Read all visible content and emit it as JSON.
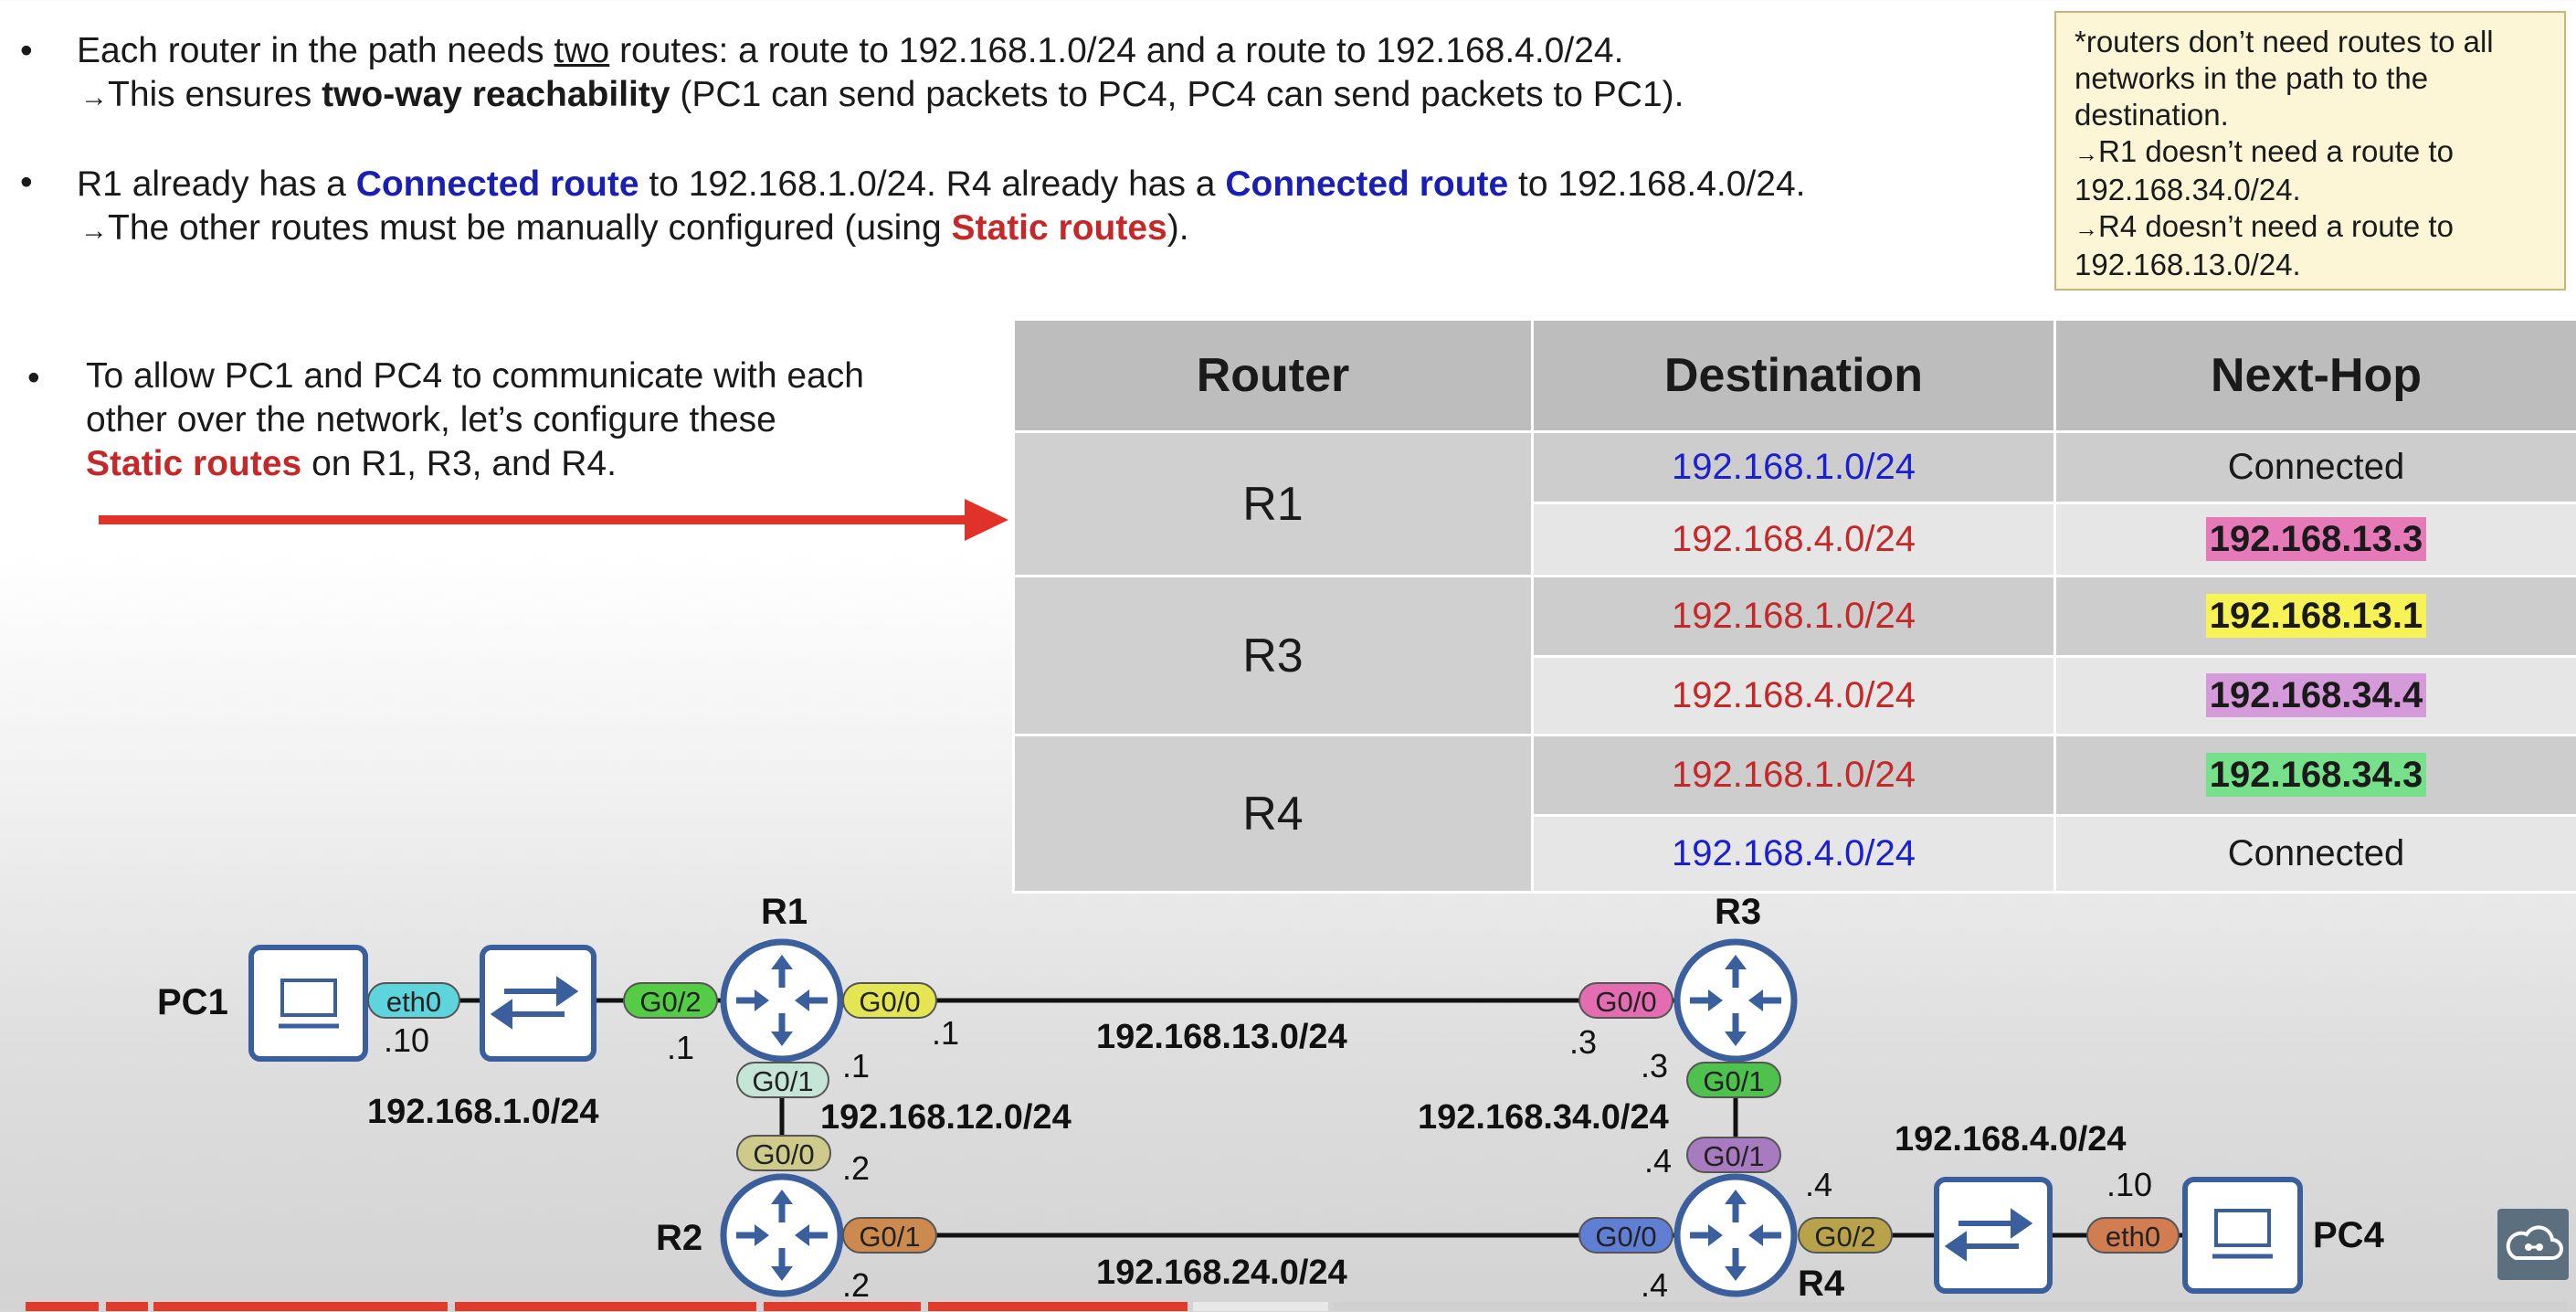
{
  "top_bullets": {
    "line1": {
      "bullet": "•",
      "a": "Each router in the path needs ",
      "b": "two",
      "c": " routes: a route to 192.168.1.0/24 and a route to 192.168.4.0/24."
    },
    "line2": {
      "arrow": "→",
      "a": "This ensures ",
      "b": "two-way reachability",
      "c": " (PC1 can send packets to PC4, PC4 can send packets to PC1)."
    },
    "line3": {
      "bullet": "•",
      "a": "R1 already has a ",
      "b": "Connected route",
      "c": " to 192.168.1.0/24. R4 already has a ",
      "d": "Connected route",
      "e": " to 192.168.4.0/24."
    },
    "line4": {
      "arrow": "→",
      "a": "The other routes must be manually configured (using ",
      "b": "Static routes",
      "c": ")."
    }
  },
  "note": {
    "line1": "*routers don’t need routes to all",
    "line2": "networks in the path to the",
    "line3": "destination.",
    "arrow": "→",
    "line4": "R1 doesn’t need a route to",
    "line5": "192.168.34.0/24.",
    "line6": "R4 doesn’t need a route to",
    "line7": "192.168.13.0/24."
  },
  "left_bullet": {
    "bullet": "•",
    "line1": "To allow PC1 and PC4 to communicate with each",
    "line2": "other over the network, let’s configure these",
    "line3_red": "Static routes",
    "line3_rest": " on R1, R3, and R4."
  },
  "table": {
    "headers": [
      "Router",
      "Destination",
      "Next-Hop"
    ],
    "groups": [
      {
        "router": "R1",
        "rows": [
          {
            "dest": "192.168.1.0/24",
            "dest_color": "#1a1fd0",
            "next": "Connected",
            "hl": ""
          },
          {
            "dest": "192.168.4.0/24",
            "dest_color": "#c52828",
            "next": "192.168.13.3",
            "hl": "#e67ab8"
          }
        ]
      },
      {
        "router": "R3",
        "rows": [
          {
            "dest": "192.168.1.0/24",
            "dest_color": "#c52828",
            "next": "192.168.13.1",
            "hl": "#f7f356"
          },
          {
            "dest": "192.168.4.0/24",
            "dest_color": "#c52828",
            "next": "192.168.34.4",
            "hl": "#d49ad9"
          }
        ]
      },
      {
        "router": "R4",
        "rows": [
          {
            "dest": "192.168.1.0/24",
            "dest_color": "#c52828",
            "next": "192.168.34.3",
            "hl": "#76e08a"
          },
          {
            "dest": "192.168.4.0/24",
            "dest_color": "#1a1fd0",
            "next": "Connected",
            "hl": ""
          }
        ]
      }
    ]
  },
  "diagram": {
    "devices": {
      "pc1": "PC1",
      "pc4": "PC4",
      "r1": "R1",
      "r2": "R2",
      "r3": "R3",
      "r4": "R4"
    },
    "networks": {
      "n1": "192.168.1.0/24",
      "n13": "192.168.13.0/24",
      "n12": "192.168.12.0/24",
      "n34": "192.168.34.0/24",
      "n4": "192.168.4.0/24",
      "n24": "192.168.24.0/24"
    },
    "interfaces": {
      "pc1_eth0": "eth0",
      "r1_g02": "G0/2",
      "r1_g00": "G0/0",
      "r1_g01": "G0/1",
      "r2_g00": "G0/0",
      "r2_g01": "G0/1",
      "r3_g00": "G0/0",
      "r3_g01": "G0/1",
      "r4_g01": "G0/1",
      "r4_g00": "G0/0",
      "r4_g02": "G0/2",
      "pc4_eth0": "eth0"
    },
    "host_ips": {
      "pc1": ".10",
      "r1_g02": ".1",
      "r1_g00": ".1",
      "r1_g01": ".1",
      "r2_g00": ".2",
      "r2_g01": ".2",
      "r3_g00": ".3",
      "r3_g01": ".3",
      "r4_g01": ".4",
      "r4_g00": ".4",
      "r4_g02": ".4",
      "pc4": ".10"
    }
  }
}
